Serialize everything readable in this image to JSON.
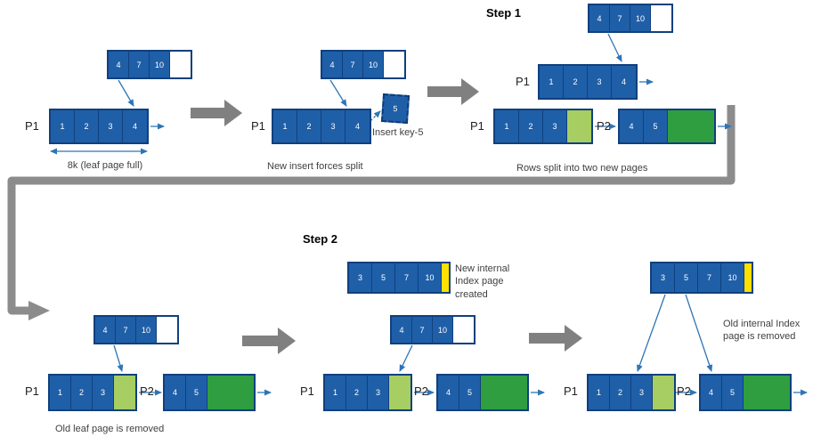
{
  "labels": {
    "step1": "Step 1",
    "step2": "Step 2",
    "p1": "P1",
    "p2": "P2",
    "caption_8k": "8k (leaf page full)",
    "caption_split": "New insert forces split",
    "insert_key": "Insert key-5",
    "insert_value": "5",
    "caption_rows": "Rows split into two new pages",
    "note_new_internal": "New internal Index page created",
    "caption_old_leaf": "Old leaf page is removed",
    "note_old_internal": "Old internal Index page is removed"
  },
  "colors": {
    "cell_blue": "#1F5FA8",
    "cell_border": "#10407E",
    "empty_cell": "#FFFFFF",
    "light_green": "#A6CE63",
    "dark_green": "#2E9E40",
    "yellow": "#FFE000",
    "thin_arrow_blue": "#2E75B6",
    "fat_arrow_gray": "#808080",
    "connector_gray": "#8C8C8C"
  },
  "pages": {
    "s1a_internal": {
      "cells": [
        {
          "label": "4"
        },
        {
          "label": "7"
        },
        {
          "label": "10"
        },
        {
          "type": "empty"
        }
      ]
    },
    "s1a_leaf": {
      "cells": [
        {
          "label": "1"
        },
        {
          "label": "2"
        },
        {
          "label": "3"
        },
        {
          "label": "4"
        }
      ]
    },
    "s1b_internal": {
      "cells": [
        {
          "label": "4"
        },
        {
          "label": "7"
        },
        {
          "label": "10"
        },
        {
          "type": "empty"
        }
      ]
    },
    "s1b_leaf": {
      "cells": [
        {
          "label": "1"
        },
        {
          "label": "2"
        },
        {
          "label": "3"
        },
        {
          "label": "4"
        }
      ]
    },
    "s1c_top": {
      "cells": [
        {
          "label": "4"
        },
        {
          "label": "7"
        },
        {
          "label": "10"
        },
        {
          "type": "empty"
        }
      ]
    },
    "s1c_mid": {
      "cells": [
        {
          "label": "1"
        },
        {
          "label": "2"
        },
        {
          "label": "3"
        },
        {
          "label": "4"
        }
      ]
    },
    "s1c_p1": {
      "cells": [
        {
          "label": "1"
        },
        {
          "label": "2"
        },
        {
          "label": "3"
        },
        {
          "type": "green"
        }
      ]
    },
    "s1c_p2": {
      "cells": [
        {
          "label": "4"
        },
        {
          "label": "5"
        },
        {
          "type": "darkgreen"
        }
      ]
    },
    "s2a_internal": {
      "cells": [
        {
          "label": "4"
        },
        {
          "label": "7"
        },
        {
          "label": "10"
        },
        {
          "type": "empty"
        }
      ]
    },
    "s2a_p1": {
      "cells": [
        {
          "label": "1"
        },
        {
          "label": "2"
        },
        {
          "label": "3"
        },
        {
          "type": "green"
        }
      ]
    },
    "s2a_p2": {
      "cells": [
        {
          "label": "4"
        },
        {
          "label": "5"
        },
        {
          "type": "darkgreen"
        }
      ]
    },
    "s2b_new": {
      "cells": [
        {
          "label": "3"
        },
        {
          "label": "5"
        },
        {
          "label": "7"
        },
        {
          "label": "10"
        },
        {
          "type": "yellow"
        }
      ]
    },
    "s2b_internal": {
      "cells": [
        {
          "label": "4"
        },
        {
          "label": "7"
        },
        {
          "label": "10"
        },
        {
          "type": "empty"
        }
      ]
    },
    "s2b_p1": {
      "cells": [
        {
          "label": "1"
        },
        {
          "label": "2"
        },
        {
          "label": "3"
        },
        {
          "type": "green"
        }
      ]
    },
    "s2b_p2": {
      "cells": [
        {
          "label": "4"
        },
        {
          "label": "5"
        },
        {
          "type": "darkgreen"
        }
      ]
    },
    "s2c_new": {
      "cells": [
        {
          "label": "3"
        },
        {
          "label": "5"
        },
        {
          "label": "7"
        },
        {
          "label": "10"
        },
        {
          "type": "yellow"
        }
      ]
    },
    "s2c_p1": {
      "cells": [
        {
          "label": "1"
        },
        {
          "label": "2"
        },
        {
          "label": "3"
        },
        {
          "type": "green"
        }
      ]
    },
    "s2c_p2": {
      "cells": [
        {
          "label": "4"
        },
        {
          "label": "5"
        },
        {
          "type": "darkgreen"
        }
      ]
    }
  }
}
